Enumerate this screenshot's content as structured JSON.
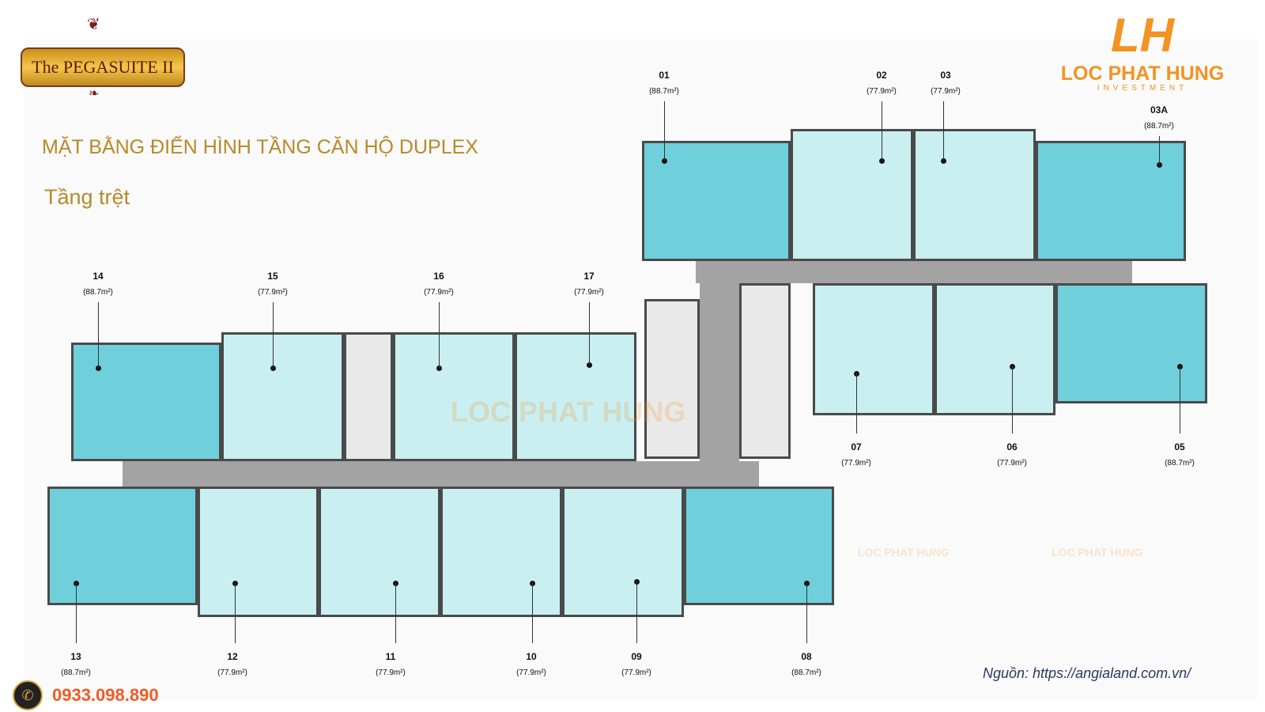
{
  "brand_logo": {
    "text": "The PEGASUITE II"
  },
  "developer_logo": {
    "name": "LOC PHAT HUNG",
    "tagline": "INVESTMENT",
    "color": "#f39322"
  },
  "title": "MẶT BẰNG ĐIỂN HÌNH TẦNG CĂN HỘ DUPLEX",
  "subtitle": "Tầng trệt",
  "colors": {
    "large_unit": "#6fd0dc",
    "standard_unit": "#c9eff1",
    "corridor": "#a3a3a3",
    "title": "#b8892a"
  },
  "units": [
    {
      "label": "01",
      "area": "(88.7m²)"
    },
    {
      "label": "02",
      "area": "(77.9m²)"
    },
    {
      "label": "03",
      "area": "(77.9m²)"
    },
    {
      "label": "03A",
      "area": "(88.7m²)"
    },
    {
      "label": "14",
      "area": "(88.7m²)"
    },
    {
      "label": "15",
      "area": "(77.9m²)"
    },
    {
      "label": "16",
      "area": "(77.9m²)"
    },
    {
      "label": "17",
      "area": "(77.9m²)"
    },
    {
      "label": "07",
      "area": "(77.9m²)"
    },
    {
      "label": "06",
      "area": "(77.9m²)"
    },
    {
      "label": "05",
      "area": "(88.7m²)"
    },
    {
      "label": "13",
      "area": "(88.7m²)"
    },
    {
      "label": "12",
      "area": "(77.9m²)"
    },
    {
      "label": "11",
      "area": "(77.9m²)"
    },
    {
      "label": "10",
      "area": "(77.9m²)"
    },
    {
      "label": "09",
      "area": "(77.9m²)"
    },
    {
      "label": "08",
      "area": "(88.7m²)"
    }
  ],
  "contact": {
    "phone": "0933.098.890",
    "phone_icon": "phone-icon"
  },
  "source": "Nguồn: https://angialand.com.vn/"
}
